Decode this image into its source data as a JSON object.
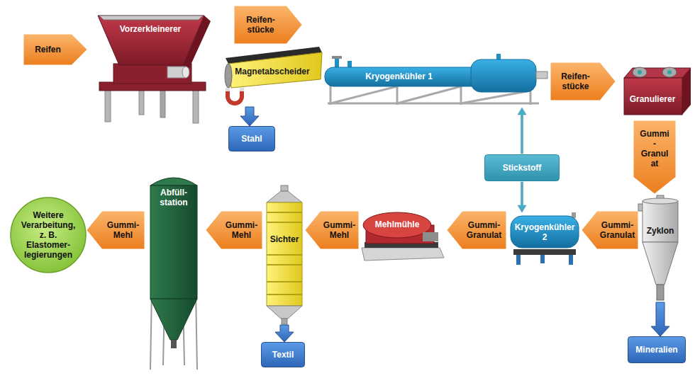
{
  "diagram": {
    "nodes": [
      {
        "text": [
          "Reifen"
        ]
      },
      {
        "text": [
          "Vorzerkleinerer"
        ]
      },
      {
        "text": [
          "Reifen- stücke"
        ]
      },
      {
        "text": [
          "Magnetabscheider"
        ]
      },
      {
        "text": [
          "Stahl"
        ]
      },
      {
        "text": [
          "Kryogenkühler 1"
        ]
      },
      {
        "text": [
          "Reifen- stücke"
        ]
      },
      {
        "text": [
          "Granulierer"
        ]
      },
      {
        "text": [
          "Gummi - Granul at"
        ]
      },
      {
        "text": [
          "Zyklon"
        ]
      },
      {
        "text": [
          "Mineralien"
        ]
      },
      {
        "text": [
          "Gummi- Granulat"
        ]
      },
      {
        "text": [
          "Kryogenkühler 2"
        ]
      },
      {
        "text": [
          "Stickstoff"
        ]
      },
      {
        "text": [
          "Gummi- Granulat"
        ]
      },
      {
        "text": [
          "Mehlmühle"
        ]
      },
      {
        "text": [
          "Gummi- Mehl"
        ]
      },
      {
        "text": [
          "Sichter"
        ]
      },
      {
        "text": [
          "Textil"
        ]
      },
      {
        "text": [
          "Gummi- Mehl"
        ]
      },
      {
        "text": [
          "Abfüll- station"
        ]
      },
      {
        "text": [
          "Gummi- Mehl"
        ]
      },
      {
        "text": [
          "Weitere Verarbeitung, z. B. Elastomer- legierungen"
        ]
      }
    ],
    "edges": [
      {
        "from": 3,
        "to": 4,
        "arrow": "to"
      },
      {
        "from": 13,
        "to": 5,
        "arrow": "to"
      },
      {
        "from": 13,
        "to": 12,
        "arrow": "to"
      },
      {
        "from": 9,
        "to": 10,
        "arrow": "to"
      },
      {
        "from": 17,
        "to": 18,
        "arrow": "to"
      }
    ]
  }
}
